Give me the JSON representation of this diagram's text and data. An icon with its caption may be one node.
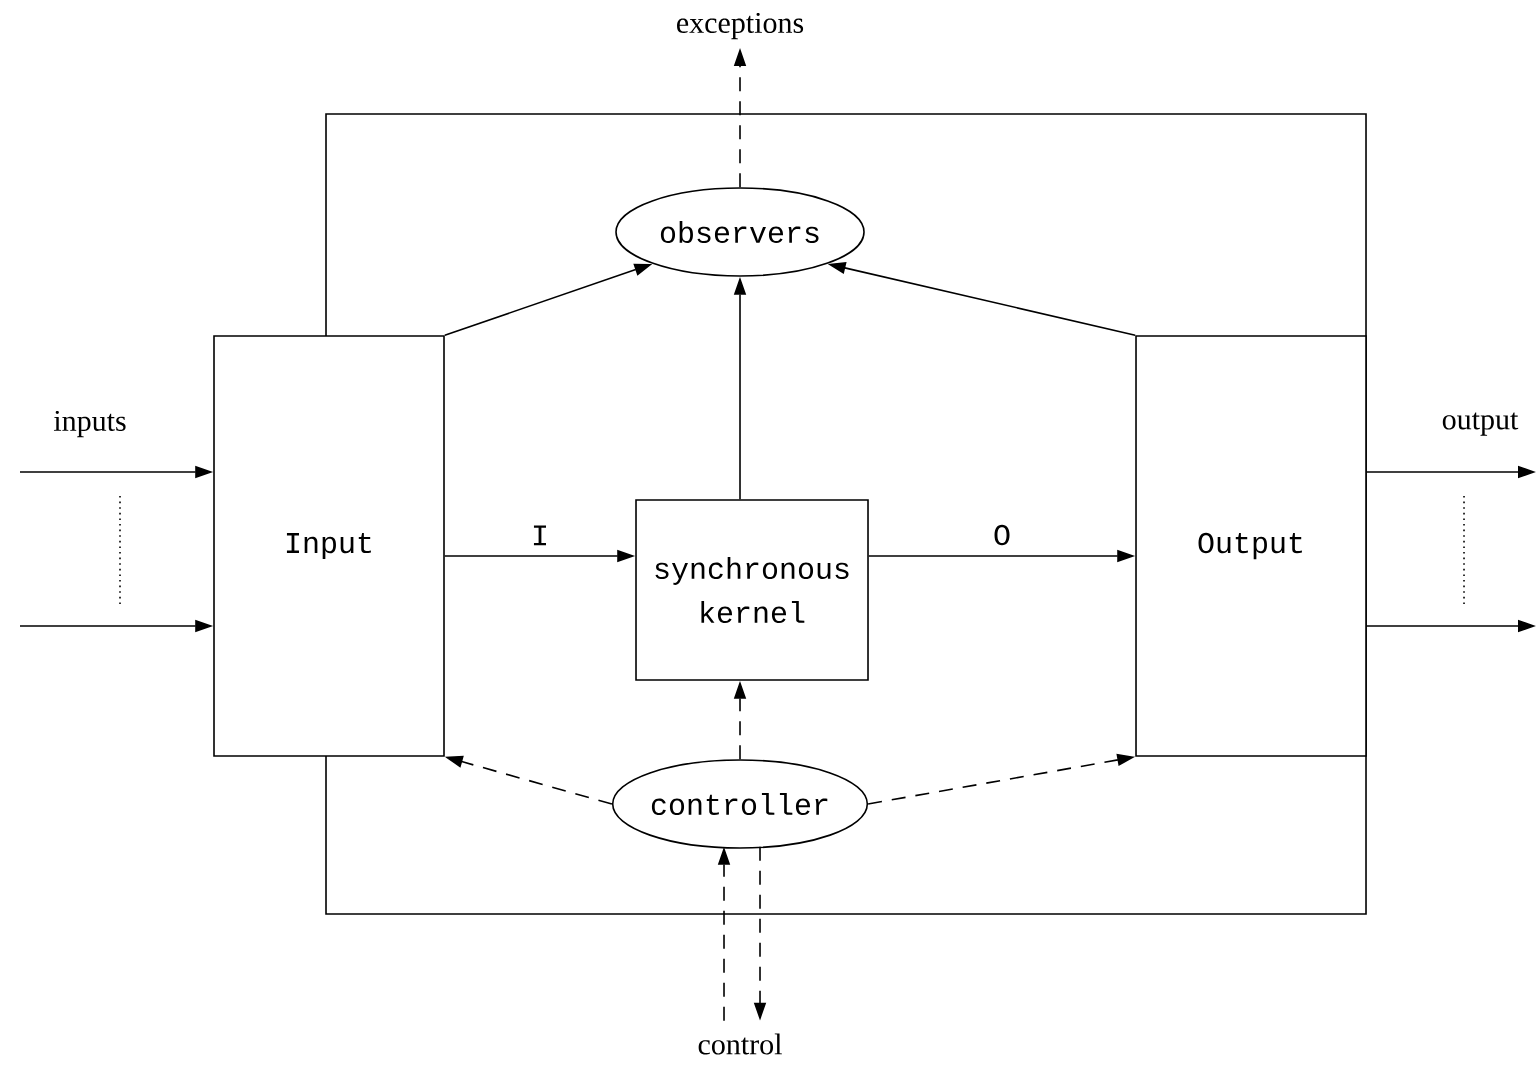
{
  "diagram": {
    "nodes": [
      {
        "text": [
          "Input"
        ]
      },
      {
        "text": [
          "synchronous kernel"
        ]
      },
      {
        "text": [
          "Output"
        ]
      },
      {
        "text": [
          "observers"
        ]
      },
      {
        "text": [
          "controller"
        ]
      },
      {
        "text": [
          "exceptions"
        ]
      },
      {
        "text": [
          "control"
        ]
      }
    ],
    "edges": [
      {
        "from": null,
        "to": 0,
        "arrow": "to"
      },
      {
        "from": null,
        "to": 0,
        "arrow": "to"
      },
      {
        "from": 2,
        "to": null,
        "arrow": "to"
      },
      {
        "from": 2,
        "to": null,
        "arrow": "to"
      },
      {
        "from": 0,
        "to": 1,
        "arrow": "to",
        "label": "I"
      },
      {
        "from": 1,
        "to": 2,
        "arrow": "to",
        "label": "O"
      },
      {
        "from": 0,
        "to": 3,
        "arrow": "to"
      },
      {
        "from": 2,
        "to": 3,
        "arrow": "to"
      },
      {
        "from": 1,
        "to": 3,
        "arrow": "to"
      },
      {
        "from": 3,
        "to": 5,
        "arrow": "to",
        "style": "dashed"
      },
      {
        "from": 4,
        "to": 1,
        "arrow": "to",
        "style": "dashed"
      },
      {
        "from": 4,
        "to": 0,
        "arrow": "to",
        "style": "dashed"
      },
      {
        "from": 4,
        "to": 2,
        "arrow": "to",
        "style": "dashed"
      },
      {
        "from": 6,
        "to": 4,
        "arrow": "to",
        "style": "dashed"
      },
      {
        "from": 4,
        "to": 6,
        "arrow": "to",
        "style": "dashed"
      }
    ],
    "labels": [
      "inputs",
      "output"
    ]
  }
}
